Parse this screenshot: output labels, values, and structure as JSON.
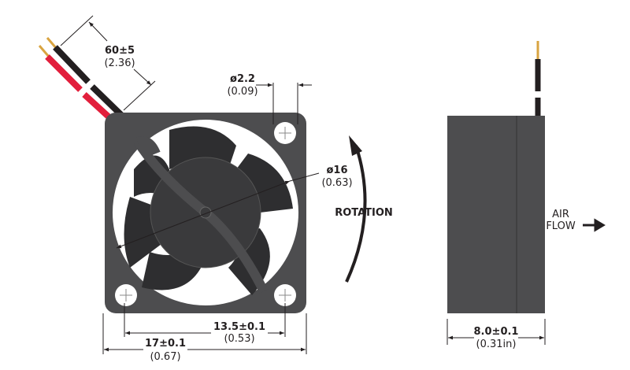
{
  "cable_length": {
    "metric": "60±5",
    "imperial": "(2.36)"
  },
  "hole_diameter": {
    "metric": "ø2.2",
    "imperial": "(0.09)"
  },
  "hub_diameter": {
    "metric": "ø16",
    "imperial": "(0.63)"
  },
  "rotation_label": "ROTATION",
  "hole_spacing": {
    "metric": "13.5±0.1",
    "imperial": "(0.53)"
  },
  "frame_width": {
    "metric": "17±0.1",
    "imperial": "(0.67)"
  },
  "frame_depth": {
    "metric": "8.0±0.1",
    "imperial": "(0.31in)"
  },
  "airflow_label": {
    "line1": "AIR",
    "line2": "FLOW"
  },
  "colors": {
    "body": "#4d4d4f",
    "blade": "#2e2e30",
    "wire_red": "#e21f3c",
    "wire_black": "#231f20",
    "pin": "#d9a441"
  }
}
